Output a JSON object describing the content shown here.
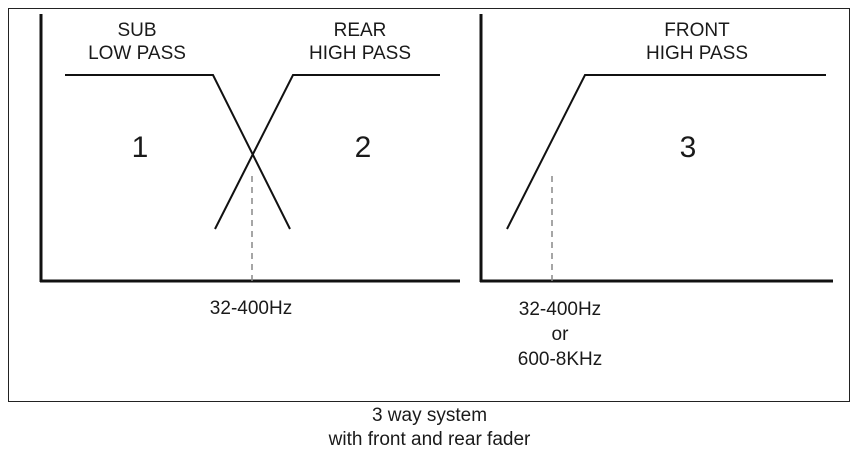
{
  "left_panel": {
    "sub_label": [
      "SUB",
      "LOW PASS"
    ],
    "rear_label": [
      "REAR",
      "HIGH PASS"
    ],
    "region_1": "1",
    "region_2": "2",
    "crossover_label": "32-400Hz"
  },
  "right_panel": {
    "front_label": [
      "FRONT",
      "HIGH PASS"
    ],
    "region_3": "3",
    "crossover_label": [
      "32-400Hz",
      "or",
      "600-8KHz"
    ]
  },
  "caption": [
    "3 way system",
    "with front and rear fader"
  ]
}
